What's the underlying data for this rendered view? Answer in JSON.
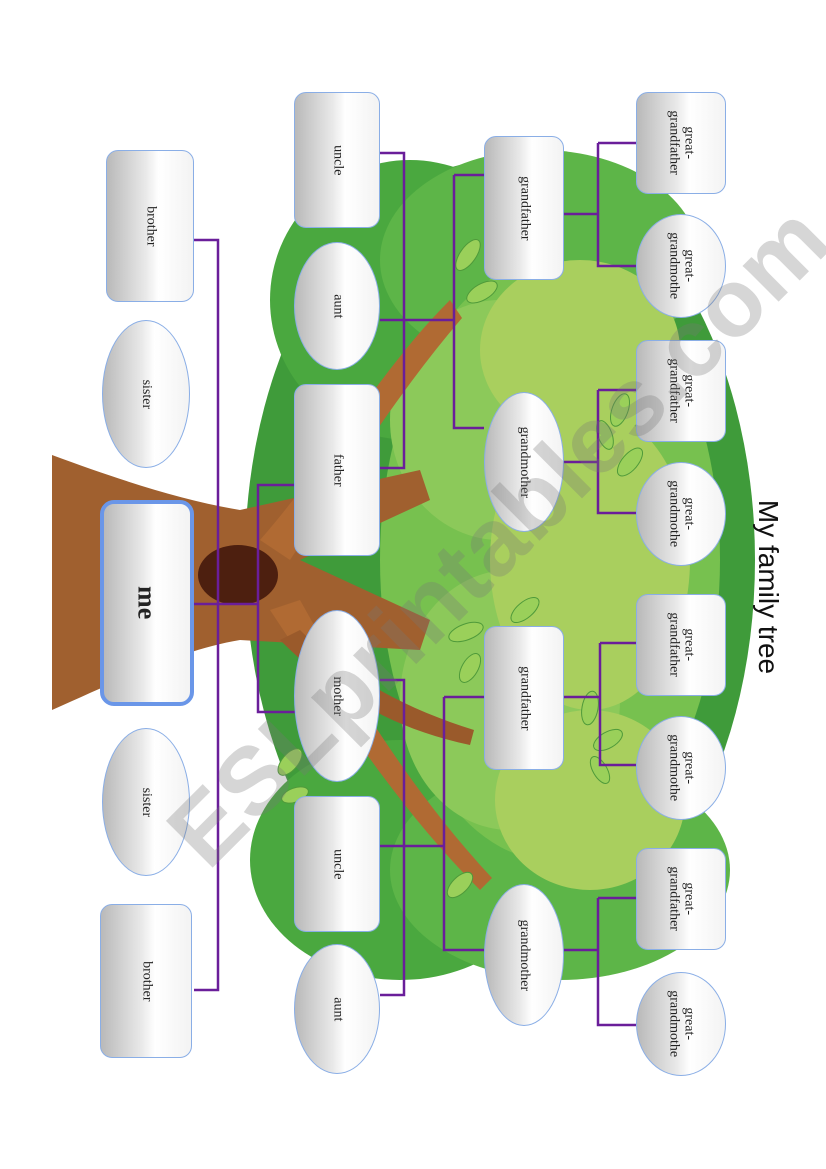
{
  "title": "My family tree",
  "watermark": "ESLprintables.com",
  "nodes": {
    "me": "me",
    "brother_top": "brother",
    "sister_top": "sister",
    "sister_bottom": "sister",
    "brother_bottom": "brother",
    "uncle_top": "uncle",
    "aunt_top": "aunt",
    "father": "father",
    "mother": "mother",
    "uncle_bottom": "uncle",
    "aunt_bottom": "aunt",
    "grandfather_paternal": "grandfather",
    "grandmother_paternal": "grandmother",
    "grandfather_maternal": "grandfather",
    "grandmother_maternal": "grandmother",
    "great_grandfather_1": "great-grandfather",
    "great_grandmother_1": "great-grandmothe",
    "great_grandfather_2": "great-grandfather",
    "great_grandmother_2": "great-grandmothe",
    "great_grandfather_3": "great-grandfather",
    "great_grandmother_3": "great-grandmothe",
    "great_grandfather_4": "great-grandfather",
    "great_grandmother_4": "great-grandmothe"
  },
  "colors": {
    "connector": "#6a1e9a",
    "node_border": "#8aaee6",
    "me_border": "#6a96e8",
    "trunk": "#a0602f",
    "foliage_dark": "#3f9b3a",
    "foliage_light": "#a9cf5e"
  }
}
